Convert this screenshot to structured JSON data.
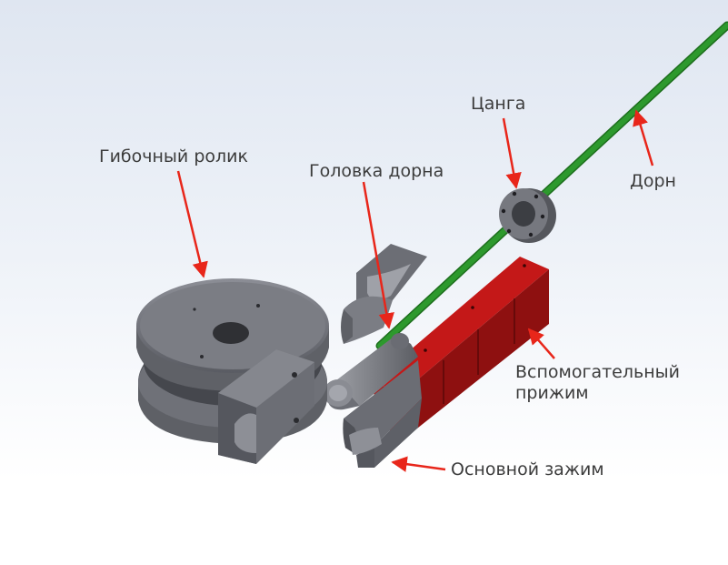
{
  "labels": {
    "bending_roller": "Гибочный ролик",
    "mandrel_head": "Головка дорна",
    "collet": "Цанга",
    "mandrel": "Дорн",
    "aux_clamp": "Вспомогательный\nприжим",
    "main_clamp": "Основной зажим"
  },
  "colors": {
    "background_top": "#dfe6f1",
    "steel": "#6f7179",
    "steel_dark": "#4f5158",
    "steel_light": "#8a8c94",
    "mandrel_green": "#2f9e2f",
    "aux_clamp_red": "#a01414",
    "arrow_red": "#e8261a",
    "label_text": "#3c3c3c"
  },
  "icons": {
    "arrow": "red-pointer-arrow"
  }
}
